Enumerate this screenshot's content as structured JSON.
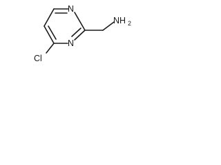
{
  "molecule": {
    "atoms": {
      "n1": "N",
      "n3": "N",
      "cl": "Cl",
      "amine_n": "NH",
      "amine_sub": "2"
    },
    "bonds": [
      {
        "from": "C2",
        "to": "N1",
        "order": 1
      },
      {
        "from": "N1",
        "to": "C6",
        "order": 2
      },
      {
        "from": "C6",
        "to": "C5",
        "order": 1
      },
      {
        "from": "C5",
        "to": "C4",
        "order": 2
      },
      {
        "from": "C4",
        "to": "N3",
        "order": 1
      },
      {
        "from": "N3",
        "to": "C2",
        "order": 2
      },
      {
        "from": "C4",
        "to": "Cl",
        "order": 1
      },
      {
        "from": "C2",
        "to": "CH2",
        "order": 1
      },
      {
        "from": "CH2",
        "to": "N-amine",
        "order": 1
      }
    ]
  }
}
